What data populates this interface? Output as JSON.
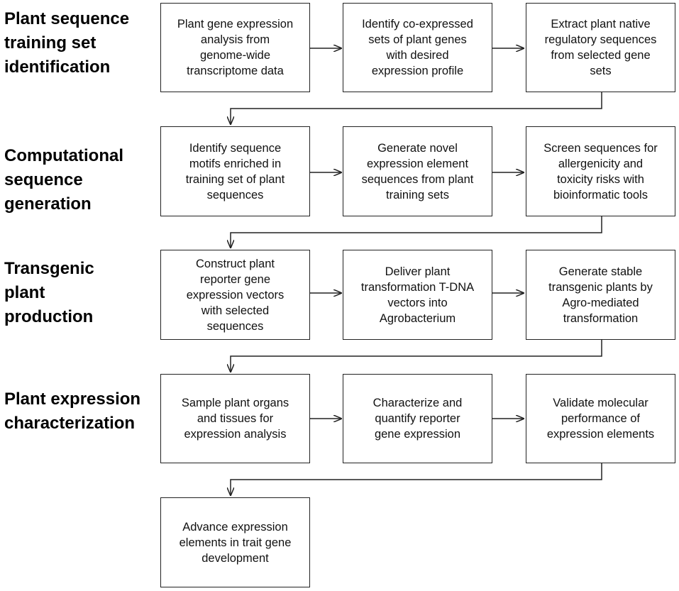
{
  "stages": [
    {
      "label": "Plant sequence\ntraining set\nidentification",
      "steps": [
        "Plant gene expression\nanalysis from\ngenome-wide\ntranscriptome data",
        "Identify co-expressed\nsets of plant genes\nwith desired\nexpression profile",
        "Extract plant native\nregulatory sequences\nfrom selected gene\nsets"
      ]
    },
    {
      "label": "Computational\nsequence\ngeneration",
      "steps": [
        "Identify sequence\nmotifs enriched in\ntraining set of plant\nsequences",
        "Generate novel\nexpression element\nsequences from plant\ntraining sets",
        "Screen sequences for\nallergenicity and\ntoxicity risks with\nbioinformatic tools"
      ]
    },
    {
      "label": "Transgenic\nplant\nproduction",
      "steps": [
        "Construct plant\nreporter gene\nexpression vectors\nwith selected\nsequences",
        "Deliver plant\ntransformation T-DNA\nvectors into\nAgrobacterium",
        "Generate stable\ntransgenic plants by\nAgro-mediated\ntransformation"
      ]
    },
    {
      "label": "Plant expression\ncharacterization",
      "steps": [
        "Sample plant organs\nand tissues for\nexpression analysis",
        "Characterize and\nquantify reporter\ngene expression",
        "Validate molecular\nperformance of\nexpression elements"
      ]
    }
  ],
  "final_step": "Advance expression\nelements in trait gene\ndevelopment"
}
